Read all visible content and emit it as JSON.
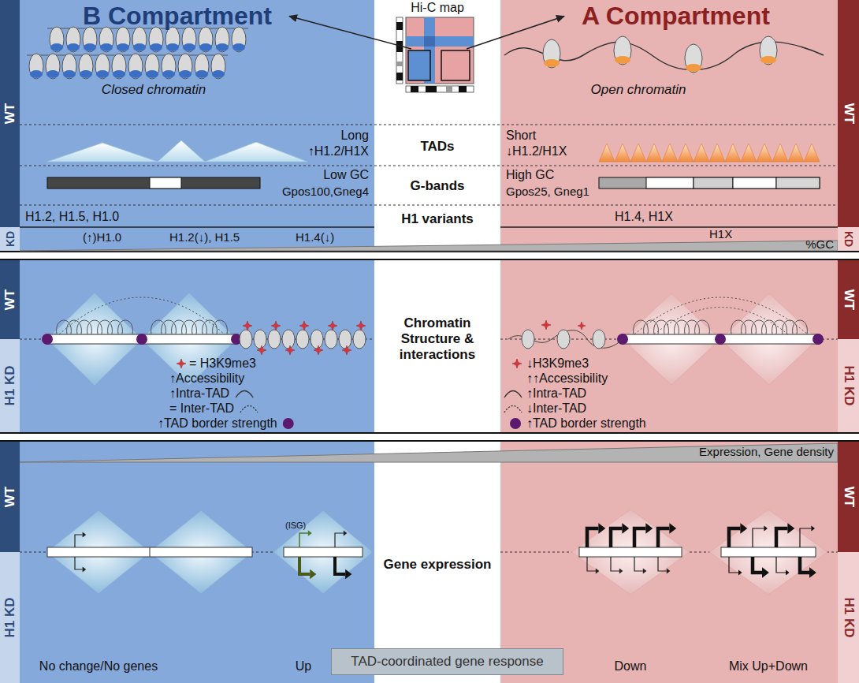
{
  "diagram": {
    "nodes": [
      {
        "text": [
          "B Compartment"
        ]
      },
      {
        "text": [
          "Hi-C map"
        ]
      },
      {
        "text": [
          "A Compartment"
        ]
      },
      {
        "text": [
          "WT"
        ]
      },
      {
        "text": [
          "WT"
        ]
      },
      {
        "text": [
          "KD"
        ]
      },
      {
        "text": [
          "KD"
        ]
      },
      {
        "text": [
          "WT"
        ]
      },
      {
        "text": [
          "WT"
        ]
      },
      {
        "text": [
          "H1 KD"
        ]
      },
      {
        "text": [
          "H1 KD"
        ]
      },
      {
        "text": [
          "WT"
        ]
      },
      {
        "text": [
          "WT"
        ]
      },
      {
        "text": [
          "H1 KD"
        ]
      },
      {
        "text": [
          "H1 KD"
        ]
      },
      {
        "text": [
          "TAD-coordinated gene response"
        ]
      }
    ],
    "edges": [
      {
        "from": 1,
        "to": 0,
        "arrow": "to"
      },
      {
        "from": 1,
        "to": 2,
        "arrow": "to"
      }
    ],
    "labels": [
      "Closed chromatin",
      "Open chromatin",
      "Long",
      "↑H1.2/H1X",
      "TADs",
      "Short",
      "↓H1.2/H1X",
      "Low GC",
      "G-bands",
      "High GC",
      "Gpos100,Gneg4",
      "Gpos25, Gneg1",
      "H1.2, H1.5, H1.0",
      "H1 variants",
      "H1.4, H1X",
      "(↑)H1.0",
      "H1.2(↓), H1.5",
      "H1.4(↓)",
      "H1X",
      "%GC",
      "Chromatin Structure & interactions",
      "= H3K9me3",
      "↑Accessibility",
      "↑Intra-TAD",
      "= Inter-TAD",
      "↑TAD border strength",
      "↓H3K9me3",
      "↑↑Accessibility",
      "↑Intra-TAD",
      "↓Inter-TAD",
      "↑TAD border strength",
      "Expression, Gene density",
      "Gene expression",
      "(ISG)",
      "No change/No genes",
      "Up",
      "Down",
      "Mix Up+Down"
    ]
  }
}
